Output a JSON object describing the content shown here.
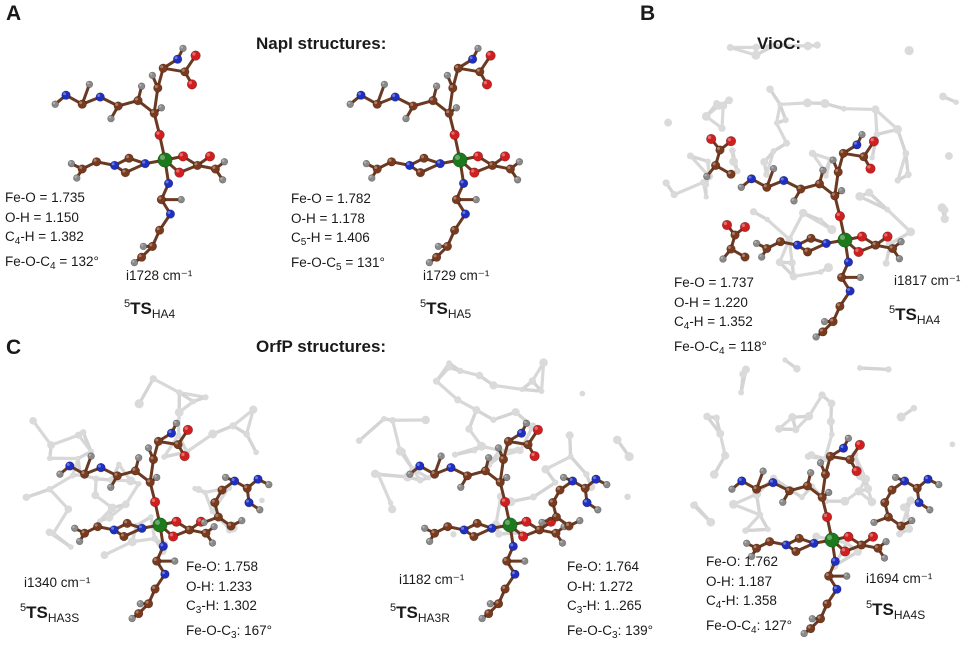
{
  "panels": {
    "A": {
      "letter": "A",
      "title": "NapI structures:",
      "structures": [
        {
          "params": [
            {
              "pre": "Fe-O = 1.735"
            },
            {
              "pre": "O-H = 1.150"
            },
            {
              "pre": "C",
              "sub": "4",
              "post": "-H = 1.382"
            },
            {
              "pre": "Fe-O-C",
              "sub": "4",
              "post": " = 132°"
            }
          ],
          "frequency": "i1728 cm⁻¹",
          "ts": {
            "sup": "5",
            "core": "TS",
            "sub": "HA4"
          }
        },
        {
          "params": [
            {
              "pre": "Fe-O = 1.782"
            },
            {
              "pre": "O-H = 1.178"
            },
            {
              "pre": "C",
              "sub": "5",
              "post": "-H = 1.406"
            },
            {
              "pre": "Fe-O-C",
              "sub": "5",
              "post": " = 131°"
            }
          ],
          "frequency": "i1729 cm⁻¹",
          "ts": {
            "sup": "5",
            "core": "TS",
            "sub": "HA5"
          }
        }
      ]
    },
    "B": {
      "letter": "B",
      "title": "VioC:",
      "structures": [
        {
          "params": [
            {
              "pre": "Fe-O = 1.737"
            },
            {
              "pre": "O-H = 1.220"
            },
            {
              "pre": "C",
              "sub": "4",
              "post": "-H = 1.352"
            },
            {
              "pre": "Fe-O-C",
              "sub": "4",
              "post": " = 118°"
            }
          ],
          "frequency": "i1817 cm⁻¹",
          "ts": {
            "sup": "5",
            "core": "TS",
            "sub": "HA4"
          }
        }
      ]
    },
    "C": {
      "letter": "C",
      "title": "OrfP structures:",
      "structures": [
        {
          "params": [
            {
              "pre": "Fe-O: 1.758"
            },
            {
              "pre": "O-H: 1.233"
            },
            {
              "pre": "C",
              "sub": "3",
              "post": "-H: 1.302"
            },
            {
              "pre": "Fe-O-C",
              "sub": "3",
              "post": ": 167°"
            }
          ],
          "frequency": "i1340 cm⁻¹",
          "ts": {
            "sup": "5",
            "core": "TS",
            "sub": "HA3S"
          }
        },
        {
          "params": [
            {
              "pre": "Fe-O: 1.764"
            },
            {
              "pre": "O-H: 1.272"
            },
            {
              "pre": "C",
              "sub": "3",
              "post": "-H: 1..265"
            },
            {
              "pre": "Fe-O-C",
              "sub": "3",
              "post": ": 139°"
            }
          ],
          "frequency": "i1182 cm⁻¹",
          "ts": {
            "sup": "5",
            "core": "TS",
            "sub": "HA3R"
          }
        },
        {
          "params": [
            {
              "pre": "Fe-O: 1.762"
            },
            {
              "pre": "O-H: 1.187"
            },
            {
              "pre": "C",
              "sub": "4",
              "post": "-H: 1.358"
            },
            {
              "pre": "Fe-O-C",
              "sub": "4",
              "post": ": 127°"
            }
          ],
          "frequency": "i1694 cm⁻¹",
          "ts": {
            "sup": "5",
            "core": "TS",
            "sub": "HA4S"
          }
        }
      ]
    }
  },
  "colors": {
    "carbon": "#7a3a1e",
    "hydrogen": "#8a8a8a",
    "nitrogen": "#1f2fbf",
    "oxygen": "#d11f1f",
    "iron": "#1c7a1c",
    "protein_ghost": "#d4d4d4",
    "bond": "#6b3a22"
  }
}
